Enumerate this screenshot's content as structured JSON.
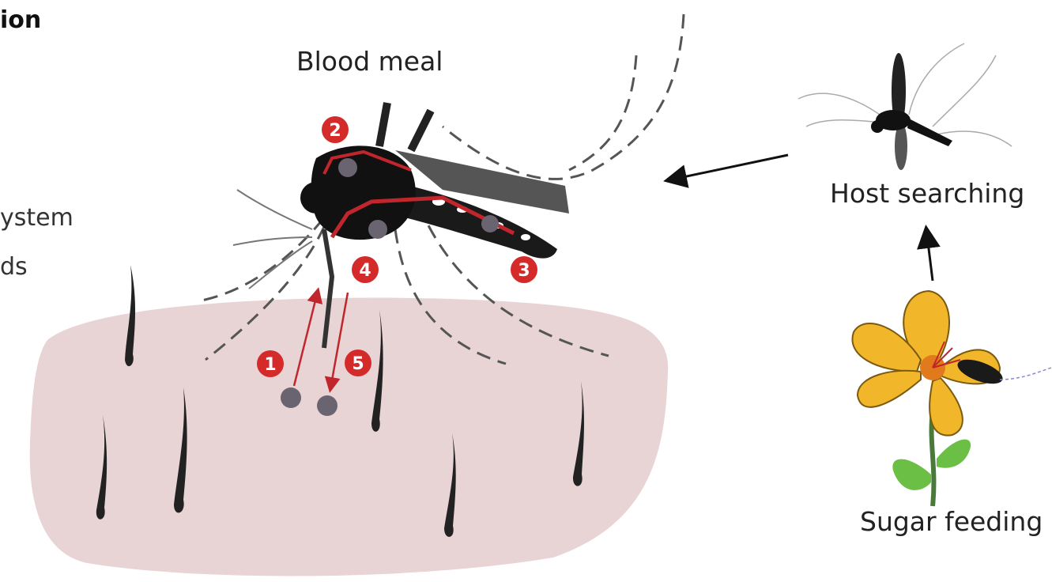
{
  "labels": {
    "left_title": "ion",
    "left_line_1": "ystem",
    "left_line_2": "ds",
    "blood_meal": "Blood meal",
    "host_searching": "Host searching",
    "sugar_feeding": "Sugar feeding"
  },
  "badges": [
    "1",
    "2",
    "3",
    "4",
    "5"
  ],
  "colors": {
    "skin": "#e8d3d5",
    "badge": "#d42a2a",
    "mosquito": "#1a1a1a",
    "flower": "#f2b62a",
    "leaf": "#6bbf45"
  }
}
